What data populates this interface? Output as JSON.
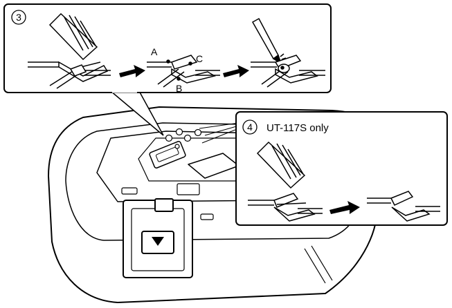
{
  "panel_step3": {
    "step_number": "3",
    "point_labels": {
      "a": "A",
      "b": "B",
      "c": "C"
    }
  },
  "panel_step4": {
    "step_number": "4",
    "caption": "UT-117S only"
  }
}
